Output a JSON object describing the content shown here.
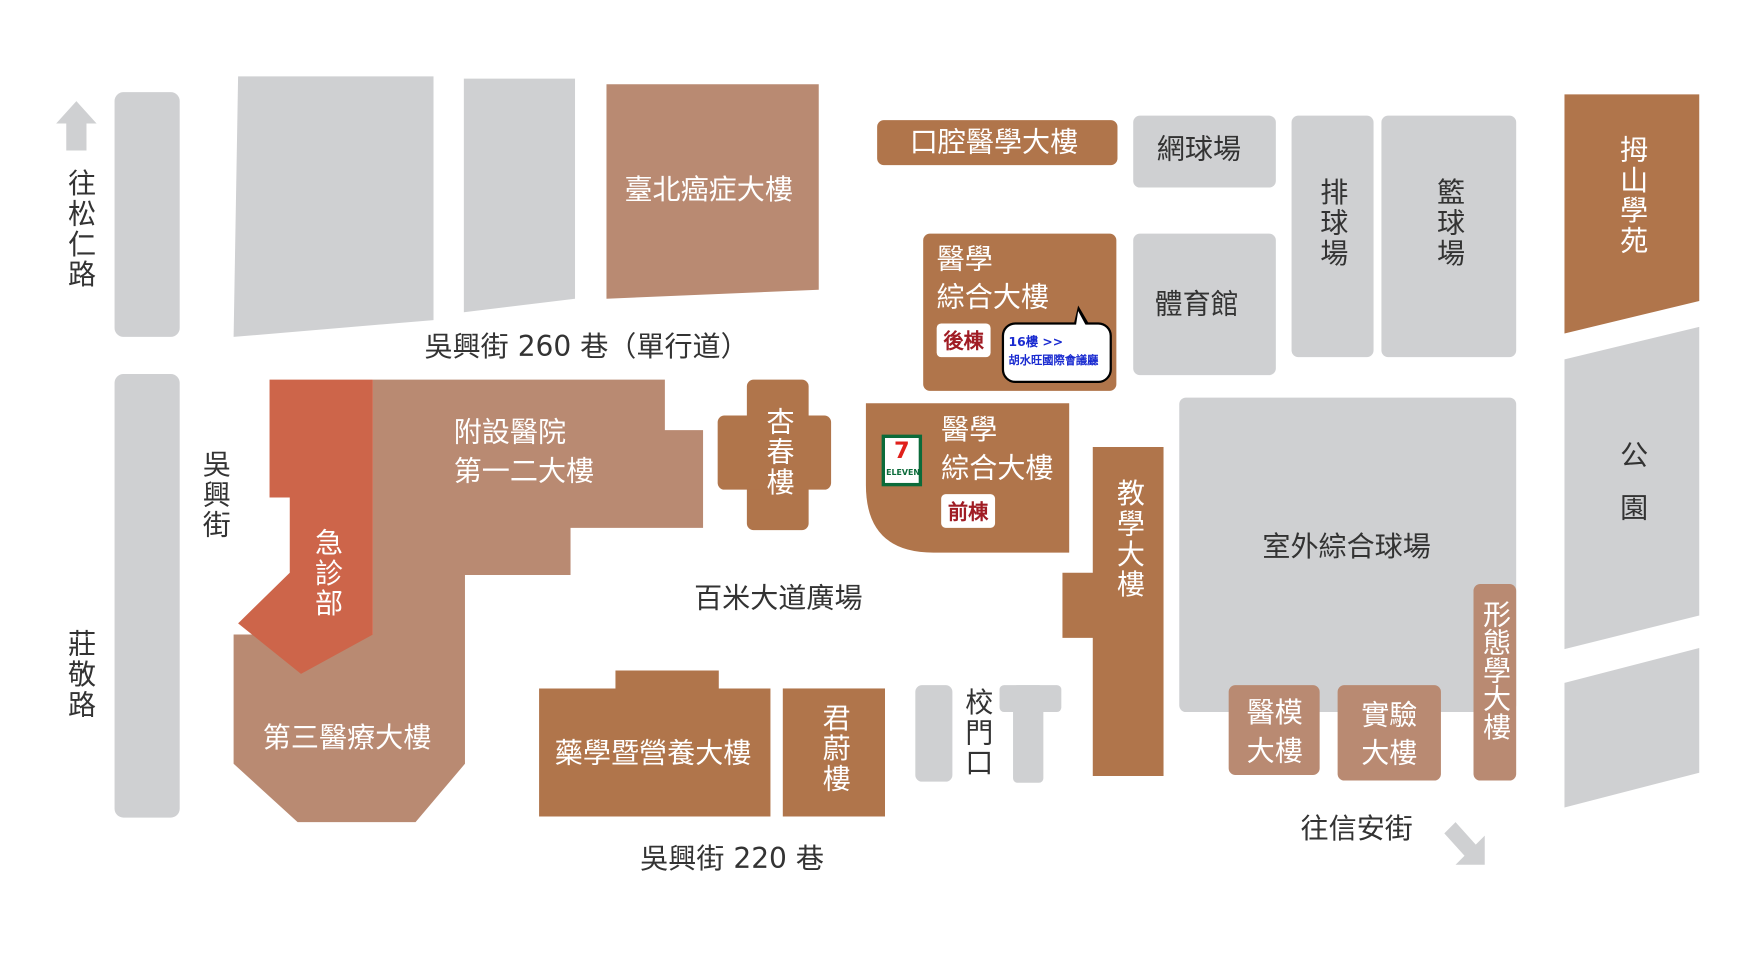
{
  "colors": {
    "road": "#cfd0d2",
    "building_light": "#b98a72",
    "building_dark": "#b0754b",
    "emergency": "#cd654a",
    "badge_text": "#a01c24",
    "callout_text": "#1a2bd0"
  },
  "roads": {
    "songren": "往松仁路",
    "zhuangjing": "莊敬路",
    "wuxing": "吳興街",
    "lane260": "吳興街 260 巷（單行道）",
    "lane220": "吳興街 220 巷",
    "xinyi": "往信安街"
  },
  "buildings": {
    "cancer": "臺北癌症大樓",
    "dental": "口腔醫學大樓",
    "tennis": "網球場",
    "volleyball": "排球場",
    "basketball": "籃球場",
    "mushan": "拇山學苑",
    "park": "公園",
    "gym": "體育館",
    "complex_back_1": "醫學",
    "complex_back_2": "綜合大樓",
    "back_badge": "後棟",
    "callout_line1": "16樓 >>",
    "callout_line2": "胡水旺國際會議廳",
    "hospital_1": "附設醫院",
    "hospital_2": "第一二大樓",
    "xingchun": "杏春樓",
    "complex_front_1": "醫學",
    "complex_front_2": "綜合大樓",
    "front_badge": "前棟",
    "seven_eleven": "ELEVEN",
    "teaching": "教學大樓",
    "outdoor_court": "室外綜合球場",
    "emergency": "急診部",
    "plaza": "百米大道廣場",
    "third_medical": "第三醫療大樓",
    "pharmacy": "藥學暨營養大樓",
    "junwei": "君蔚樓",
    "gate": "校門口",
    "model_1": "醫模",
    "model_2": "大樓",
    "lab_1": "實驗",
    "lab_2": "大樓",
    "morphology": "形態學大樓"
  }
}
